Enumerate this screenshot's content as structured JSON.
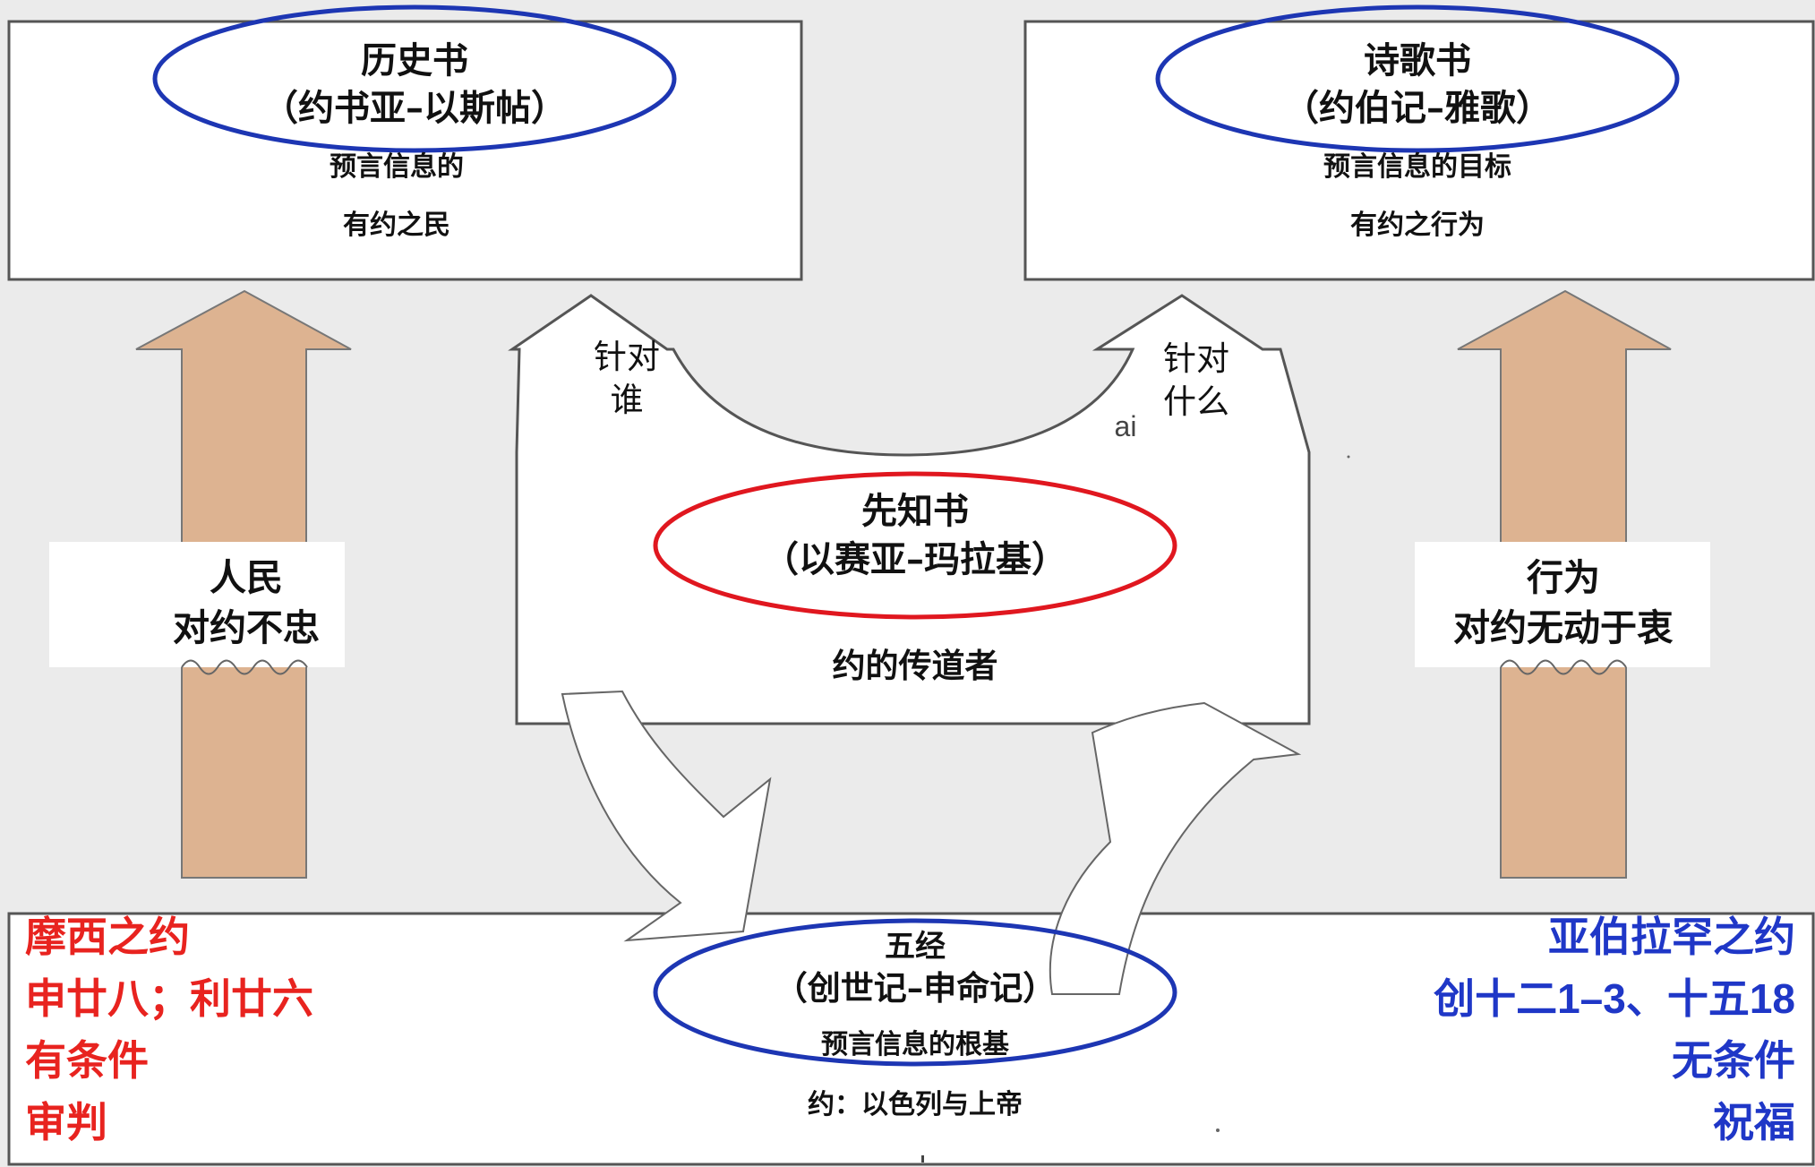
{
  "historical": {
    "title": "历史书",
    "range": "（约书亚–以斯帖）",
    "line1": "预言信息的",
    "line2": "有约之民"
  },
  "poetry": {
    "title": "诗歌书",
    "range": "（约伯记–雅歌）",
    "line1": "预言信息的目标",
    "line2": "有约之行为"
  },
  "prophets": {
    "title": "先知书",
    "range": "（以赛亚–玛拉基）",
    "role": "约的传道者"
  },
  "pentateuch": {
    "title": "五经",
    "range": "（创世记–申命记）",
    "line1": "预言信息的根基",
    "line2": "约：以色列与上帝"
  },
  "left_arrow_text": {
    "line1": "人民",
    "line2": "对约不忠"
  },
  "right_arrow_text": {
    "line1": "行为",
    "line2": "对约无动于衷"
  },
  "to_whom": {
    "line1": "针对",
    "line2": "谁"
  },
  "to_what": {
    "line1": "针对",
    "line2": "什么"
  },
  "stray_text": "ai",
  "mosaic": {
    "lines": [
      "摩西之约",
      "申廿八；利廿六",
      "有条件",
      "审判"
    ],
    "color": "#e8231f"
  },
  "abrahamic": {
    "lines": [
      "亚伯拉罕之约",
      "创十二1–3、十五18",
      "无条件",
      "祝福"
    ],
    "color": "#1f37c7"
  },
  "colors": {
    "arrow_fill": "#ddb391",
    "prophets_ellipse": "#e0171f",
    "book_ellipse": "#1d36b3"
  }
}
